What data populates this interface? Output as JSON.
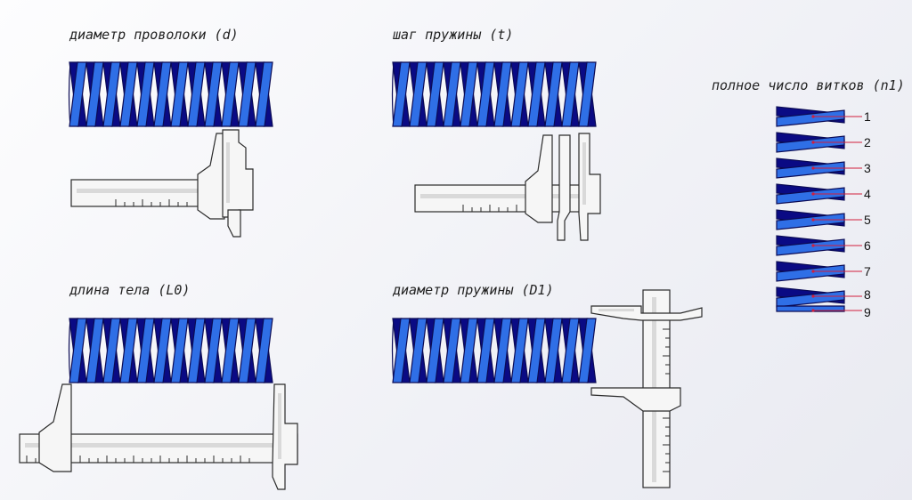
{
  "colors": {
    "coil_front": "#2f6fe6",
    "coil_back": "#0a0a84",
    "coil_outline": "#0b0b55",
    "marker": "#d21f3c"
  },
  "labels": {
    "wire_diameter": "диаметр проволоки (d)",
    "pitch": "шаг пружины (t)",
    "body_length": "длина тела (L0)",
    "spring_diameter": "диаметр пружины (D1)",
    "total_turns": "полное число витков (n1)"
  },
  "turn_numbers": [
    "1",
    "2",
    "3",
    "4",
    "5",
    "6",
    "7",
    "8",
    "9"
  ]
}
